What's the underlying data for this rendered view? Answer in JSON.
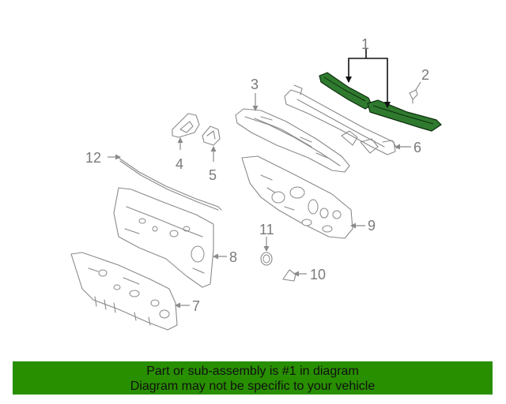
{
  "callouts": [
    "1",
    "2",
    "3",
    "4",
    "5",
    "6",
    "7",
    "8",
    "9",
    "10",
    "11",
    "12"
  ],
  "colors": {
    "highlight": "#2f7a2f",
    "banner": "#288f00",
    "linework": "#8a8a8a"
  },
  "banner": {
    "line1": "Part or sub-assembly is #1 in diagram",
    "line2": "Diagram may not be specific to your vehicle"
  }
}
